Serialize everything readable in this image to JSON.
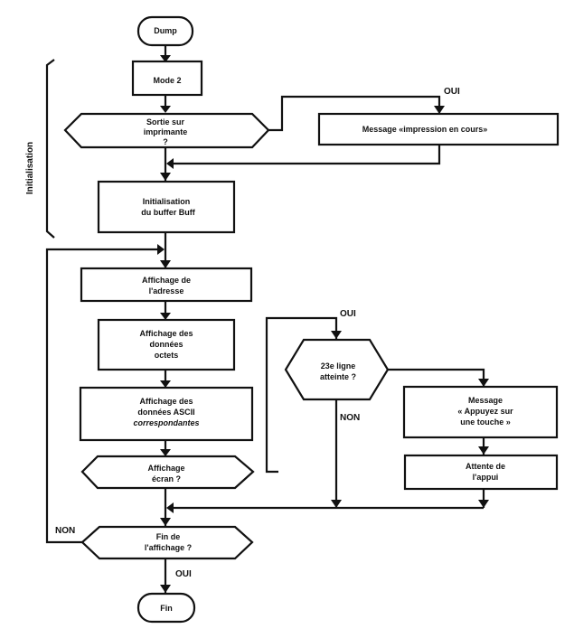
{
  "diagram": {
    "side_label": "Initialisation",
    "nodes": {
      "start": {
        "type": "terminal",
        "lines": [
          "Dump"
        ]
      },
      "mode2": {
        "type": "process",
        "lines": [
          "Mode 2"
        ]
      },
      "printer_q": {
        "type": "decision",
        "lines": [
          "Sortie sur",
          "imprimante",
          "?"
        ]
      },
      "msg_print": {
        "type": "process",
        "lines": [
          "Message «impression en cours»"
        ]
      },
      "init_buff": {
        "type": "process",
        "lines": [
          "Initialisation",
          "du buffer Buff"
        ]
      },
      "show_addr": {
        "type": "process",
        "lines": [
          "Affichage de",
          "l'adresse"
        ]
      },
      "show_bytes": {
        "type": "process",
        "lines": [
          "Affichage des",
          "données",
          "octets"
        ]
      },
      "show_ascii": {
        "type": "process",
        "lines": [
          "Affichage des",
          "données ASCII",
          "correspondantes"
        ]
      },
      "screen_q": {
        "type": "decision",
        "lines": [
          "Affichage",
          "écran ?"
        ]
      },
      "line23_q": {
        "type": "decision",
        "lines": [
          "23e ligne",
          "atteinte ?"
        ]
      },
      "msg_key": {
        "type": "process",
        "lines": [
          "Message",
          "« Appuyez sur",
          "une touche »"
        ]
      },
      "wait_key": {
        "type": "process",
        "lines": [
          "Attente de",
          "l'appui"
        ]
      },
      "end_q": {
        "type": "decision",
        "lines": [
          "Fin de",
          "l'affichage ?"
        ]
      },
      "end": {
        "type": "terminal",
        "lines": [
          "Fin"
        ]
      }
    },
    "edge_labels": {
      "printer_yes": "OUI",
      "line23_yes": "OUI",
      "line23_no": "NON",
      "end_no": "NON",
      "end_yes": "OUI"
    }
  }
}
